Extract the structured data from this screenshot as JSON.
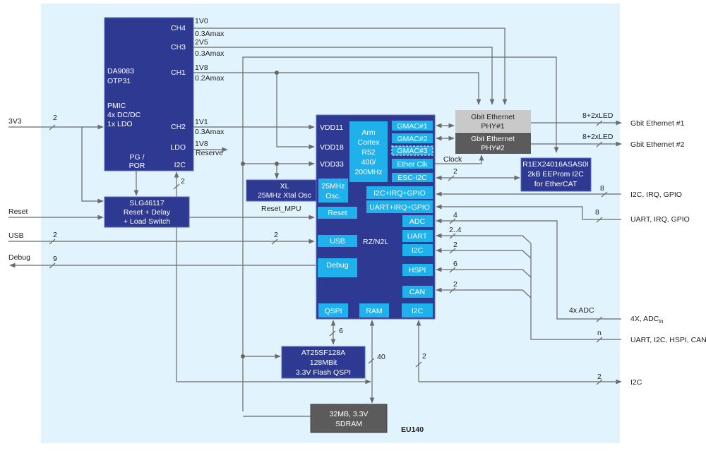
{
  "colors": {
    "background": "#e1f3fc",
    "block_dark": "#2e3a92",
    "block_light": "#1fb1ec",
    "phy1": "#c9c9c9",
    "phy2": "#5b5b5b",
    "sdram": "#5b5b5b",
    "line": "#6b6b6b"
  },
  "module_name": "EU140",
  "pmic": {
    "name1": "DA9083",
    "name2": "OTP31",
    "desc1": "PMIC",
    "desc2": "4x DC/DC",
    "desc3": "1x LDO",
    "ch4": "CH4",
    "ch3": "CH3",
    "ch1": "CH1",
    "ch2": "CH2",
    "ldo": "LDO",
    "i2c": "I2C",
    "pg1": "PG /",
    "pg2": "POR"
  },
  "rails": {
    "ch4_v": "1V0",
    "ch4_a": "0.3Amax",
    "ch3_v": "2V5",
    "ch3_a": "0.3Amax",
    "ch1_v": "1V8",
    "ch1_a": "0.2Amax",
    "ch2_v": "1V1",
    "ch2_a": "0.3Amax",
    "ldo_v": "1V8",
    "ldo_a": "Reserve"
  },
  "slg": {
    "l1": "SLG46117",
    "l2": "Reset + Delay",
    "l3": "+ Load Switch"
  },
  "xl": {
    "l1": "XL",
    "l2": "25MHz Xtal Osc"
  },
  "mpu": {
    "name": "RZ/N2L",
    "vdd11": "VDD11",
    "vdd18": "VDD18",
    "vdd33": "VDD33",
    "cpu": [
      "Arm",
      "Cortex",
      "R52",
      "400/",
      "200MHz"
    ],
    "gmac1": "GMAC#1",
    "gmac2": "GMAC#2",
    "gmac3": "GMAC#3",
    "etherclk": "Ether Clk",
    "esci2c": "ESC-I2C",
    "osc1": "25MHz",
    "osc2": "Osc.",
    "reset": "Reset",
    "i2cirq": "I2C+IRQ+GPIO",
    "uartirq": "UART+IRQ+GPIO",
    "adc": "ADC",
    "uart": "UART",
    "i2c": "I2C",
    "hspi": "HSPI",
    "can": "CAN",
    "usb": "USB",
    "debug": "Debug",
    "qspi": "QSPI",
    "ram": "RAM",
    "i2c_bottom": "I2C"
  },
  "phy1": {
    "l1": "Gbit Ethernet",
    "l2": "PHY#1"
  },
  "phy2": {
    "l1": "Gbit Ethernet",
    "l2": "PHY#2"
  },
  "eeprom": {
    "l1": "R1EX24016ASAS0I",
    "l2": "2kB EEProm I2C",
    "l3": "for EtherCAT"
  },
  "flash": {
    "l1": "AT25SF128A",
    "l2": "128MBit",
    "l3": "3.3V Flash QSPI"
  },
  "sdram": {
    "l1": "32MB, 3.3V",
    "l2": "SDRAM"
  },
  "signals": {
    "clock": "Clock",
    "reset_mpu": "Reset_MPU"
  },
  "inputs": {
    "v3v3": "3V3",
    "v3v3_w": "2",
    "reset": "Reset",
    "usb": "USB",
    "usb_w": "2",
    "usb_w2": "2",
    "debug": "Debug",
    "debug_w": "9",
    "pmic_i2c_w": "2"
  },
  "outputs": {
    "eth1": "Gbit Ethernet #1",
    "eth1_w": "8+2xLED",
    "eth2": "Gbit Ethernet #2",
    "eth2_w": "8+2xLED",
    "esc_w": "2",
    "i2cirq": "I2C, IRQ, GPIO",
    "i2cirq_w": "8",
    "uartirq": "UART, IRQ, GPIO",
    "uartirq_w": "8",
    "adc_w": "4",
    "uart_w": "2..4",
    "i2c_w": "2",
    "hspi_w": "6",
    "can_w": "2",
    "adc_bus": "4x ADC",
    "adc_out": "4X, ADC",
    "adc_sub": "in",
    "bus_w": "n",
    "bus_out": "UART, I2C, HSPI, CAN",
    "qspi_w": "6",
    "ram_w": "40",
    "i2c_bottom_w": "2",
    "i2c_out_w": "2",
    "i2c_out": "I2C"
  }
}
